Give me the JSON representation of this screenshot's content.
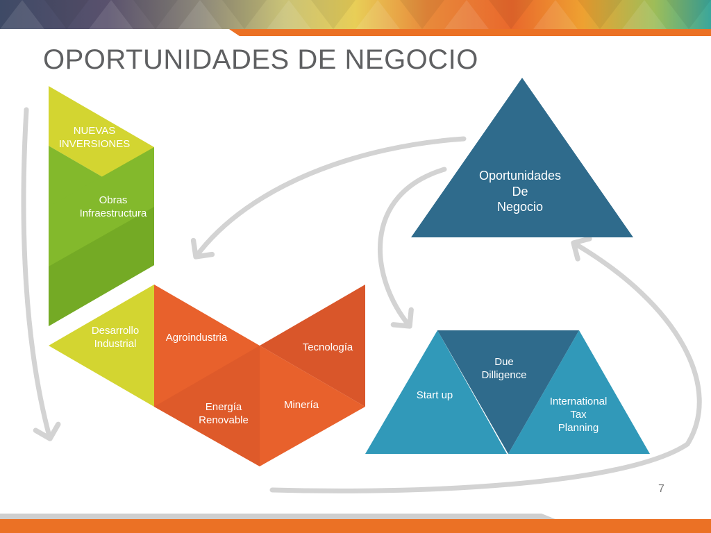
{
  "slide": {
    "title": "OPORTUNIDADES DE NEGOCIO",
    "page_number": "7"
  },
  "colors": {
    "lime": "#d3d531",
    "green": "#83b92c",
    "orange": "#e8612c",
    "orange_dark": "#d9562a",
    "navy_teal": "#2f6b8c",
    "light_teal": "#3199b9",
    "arrow_gray": "#d3d3d3",
    "orange_bar": "#eb7125"
  },
  "diagram": {
    "left_column": {
      "top_label": "NUEVAS\nINVERSIONES",
      "mid_label": "Obras\nInfraestructura"
    },
    "industry_cluster": {
      "desarrollo": "Desarrollo\nIndustrial",
      "agroindustria": "Agroindustria",
      "tecnologia": "Tecnología",
      "energia": "Energía\nRenovable",
      "mineria": "Minería"
    },
    "main_triangle": {
      "label": "Oportunidades\nDe\nNegocio"
    },
    "services_triangle": {
      "start_up": "Start up",
      "due_diligence": "Due\nDilligence",
      "international_tax": "International\nTax\nPlanning"
    }
  }
}
